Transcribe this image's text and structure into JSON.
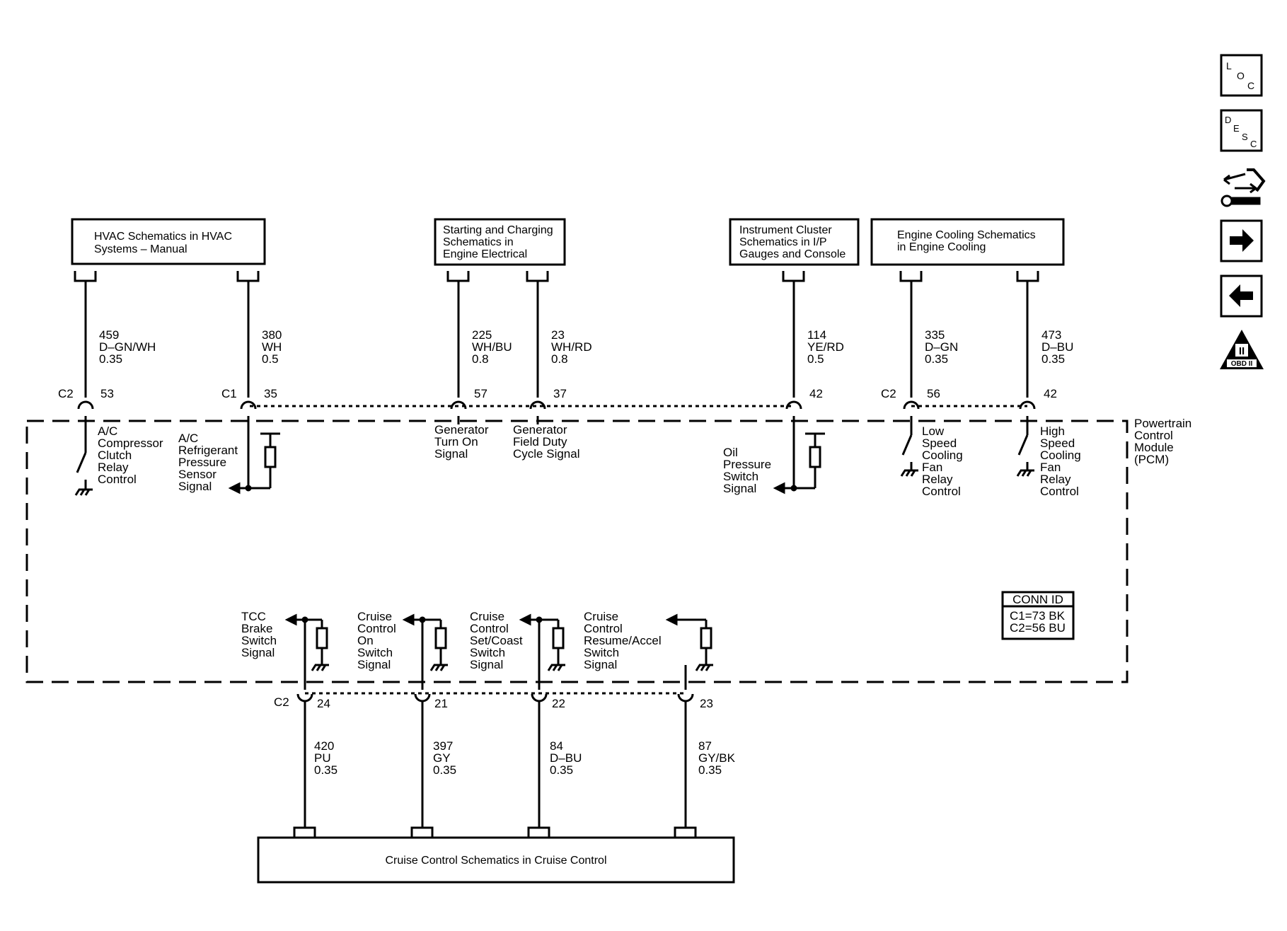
{
  "ref_boxes": {
    "hvac": [
      "HVAC Schematics in HVAC",
      "Systems – Manual"
    ],
    "starting": [
      "Starting and Charging",
      "Schematics in",
      "Engine Electrical"
    ],
    "instrument": [
      "Instrument Cluster",
      "Schematics in I/P",
      "Gauges and Console"
    ],
    "cooling": [
      "Engine Cooling Schematics",
      "in Engine Cooling"
    ],
    "cruise": [
      "Cruise Control Schematics in Cruise Control"
    ]
  },
  "module": {
    "label": [
      "Powertrain",
      "Control",
      "Module",
      "(PCM)"
    ]
  },
  "conn_id": {
    "title": "CONN ID",
    "lines": [
      "C1=73 BK",
      "C2=56 BU"
    ]
  },
  "connectors": {
    "c1": "C1",
    "c2": "C2"
  },
  "circuits": {
    "c459": {
      "wire": [
        "459",
        "D–GN/WH",
        "0.35"
      ],
      "pin": "53",
      "signal": [
        "A/C",
        "Compressor",
        "Clutch",
        "Relay",
        "Control"
      ]
    },
    "c380": {
      "wire": [
        "380",
        "WH",
        "0.5"
      ],
      "pin": "35",
      "signal": [
        "A/C",
        "Refrigerant",
        "Pressure",
        "Sensor",
        "Signal"
      ]
    },
    "c225": {
      "wire": [
        "225",
        "WH/BU",
        "0.8"
      ],
      "pin": "57",
      "signal": [
        "Generator",
        "Turn On",
        "Signal"
      ]
    },
    "c23": {
      "wire": [
        "23",
        "WH/RD",
        "0.8"
      ],
      "pin": "37",
      "signal": [
        "Generator",
        "Field Duty",
        "Cycle Signal"
      ]
    },
    "c114": {
      "wire": [
        "114",
        "YE/RD",
        "0.5"
      ],
      "pin": "42",
      "signal": [
        "Oil",
        "Pressure",
        "Switch",
        "Signal"
      ]
    },
    "c335": {
      "wire": [
        "335",
        "D–GN",
        "0.35"
      ],
      "pin": "56",
      "signal": [
        "Low",
        "Speed",
        "Cooling",
        "Fan",
        "Relay",
        "Control"
      ]
    },
    "c473": {
      "wire": [
        "473",
        "D–BU",
        "0.35"
      ],
      "pin": "42",
      "signal": [
        "High",
        "Speed",
        "Cooling",
        "Fan",
        "Relay",
        "Control"
      ]
    },
    "c420": {
      "wire": [
        "420",
        "PU",
        "0.35"
      ],
      "pin": "24",
      "signal": [
        "TCC",
        "Brake",
        "Switch",
        "Signal"
      ]
    },
    "c397": {
      "wire": [
        "397",
        "GY",
        "0.35"
      ],
      "pin": "21",
      "signal": [
        "Cruise",
        "Control",
        "On",
        "Switch",
        "Signal"
      ]
    },
    "c84": {
      "wire": [
        "84",
        "D–BU",
        "0.35"
      ],
      "pin": "22",
      "signal": [
        "Cruise",
        "Control",
        "Set/Coast",
        "Switch",
        "Signal"
      ]
    },
    "c87": {
      "wire": [
        "87",
        "GY/BK",
        "0.35"
      ],
      "pin": "23",
      "signal": [
        "Cruise",
        "Control",
        "Resume/Accel",
        "Switch",
        "Signal"
      ]
    }
  },
  "sidebar": {
    "loc": [
      "L",
      "O",
      "C"
    ],
    "desc": [
      "D",
      "E",
      "S",
      "C"
    ],
    "obd": [
      "II",
      "OBD II"
    ],
    "icons": [
      "loc-icon",
      "desc-icon",
      "connector-tool-icon",
      "arrow-right-icon",
      "arrow-left-icon",
      "obd-ii-icon"
    ]
  }
}
